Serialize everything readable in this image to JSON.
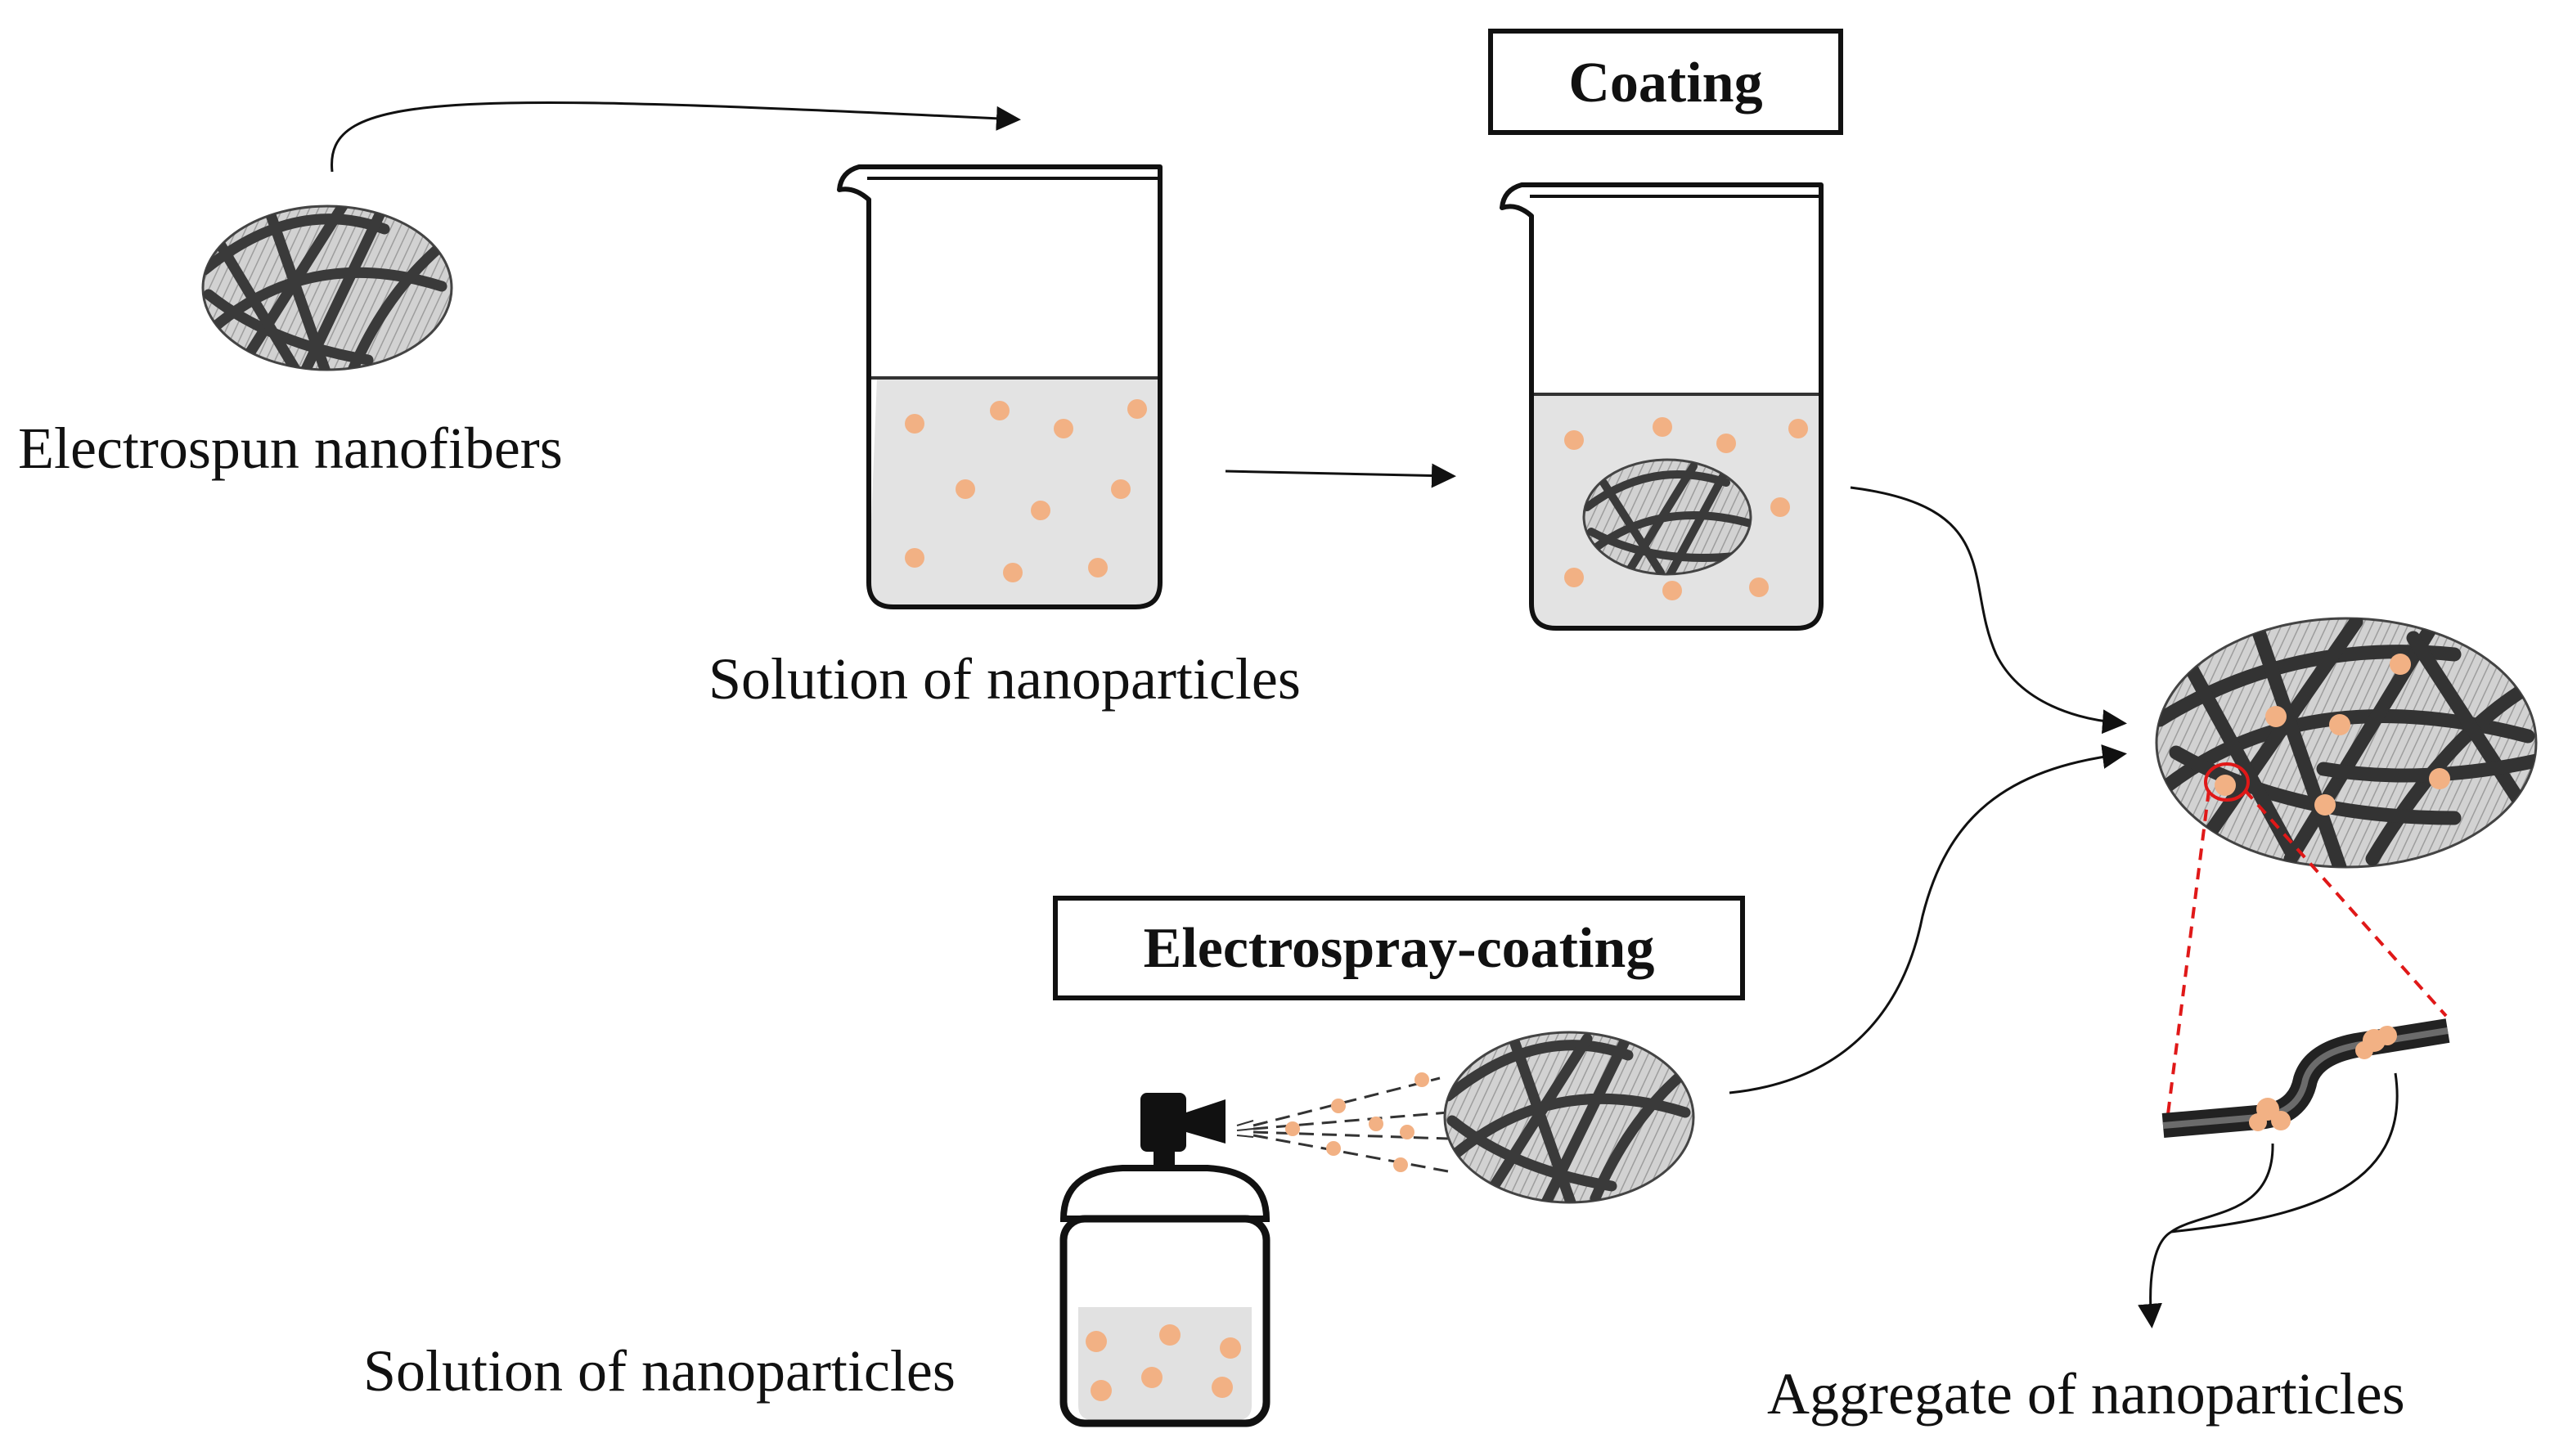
{
  "labels": {
    "electrospun_nanofibers": "Electrospun nanofibers",
    "solution_of_nanoparticles_top": "Solution of nanoparticles",
    "coating": "Coating",
    "electrospray_coating": "Electrospray-coating",
    "solution_of_nanoparticles_bottom": "Solution of nanoparticles",
    "aggregate_of_nanoparticles": "Aggregate  of nanoparticles"
  },
  "colors": {
    "particle": "#f2b184",
    "liquid": "#e3e3e3",
    "fiber_mat": "#cdcdcd",
    "fiber": "#3c3c3c",
    "zoom_line": "#e01818",
    "outline": "#111111"
  }
}
